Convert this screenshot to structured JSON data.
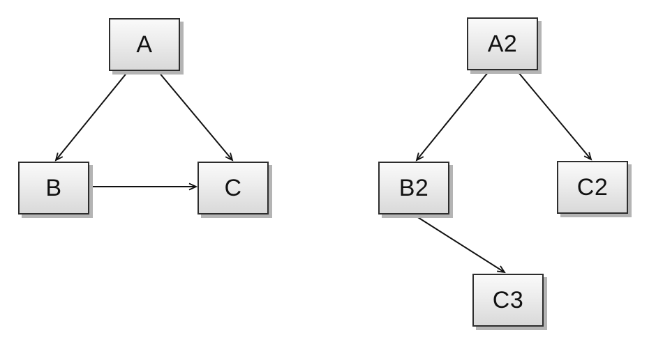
{
  "page": {
    "background_color": "#ffffff",
    "description": "Two directed graph diagrams side by side"
  },
  "style": {
    "node_fill_top": "#fafafa",
    "node_fill_bottom": "#d9d9d9",
    "node_border_color": "#2d2d2d",
    "node_shadow_color": "#b4b4b4",
    "edge_color": "#111111",
    "label_color": "#111111"
  },
  "diagrams": [
    {
      "id": "left-graph",
      "nodes": [
        {
          "id": "A",
          "label": "A"
        },
        {
          "id": "B",
          "label": "B"
        },
        {
          "id": "C",
          "label": "C"
        }
      ],
      "edges": [
        {
          "from": "A",
          "to": "B"
        },
        {
          "from": "A",
          "to": "C"
        },
        {
          "from": "B",
          "to": "C"
        }
      ]
    },
    {
      "id": "right-graph",
      "nodes": [
        {
          "id": "A2",
          "label": "A2"
        },
        {
          "id": "B2",
          "label": "B2"
        },
        {
          "id": "C2",
          "label": "C2"
        },
        {
          "id": "C3",
          "label": "C3"
        }
      ],
      "edges": [
        {
          "from": "A2",
          "to": "B2"
        },
        {
          "from": "A2",
          "to": "C2"
        },
        {
          "from": "B2",
          "to": "C3"
        }
      ]
    }
  ]
}
